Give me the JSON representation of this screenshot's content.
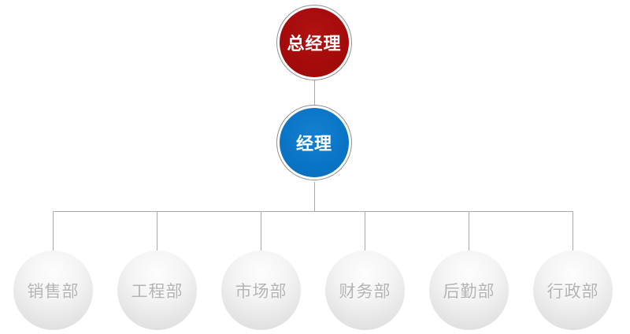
{
  "diagram": {
    "type": "org-chart",
    "root": {
      "label": "总经理",
      "fill_color": "#a50a0a",
      "text_color": "#ffffff"
    },
    "manager": {
      "label": "经理",
      "fill_color": "#0974c5",
      "text_color": "#ffffff"
    },
    "departments": [
      {
        "label": "销售部"
      },
      {
        "label": "工程部"
      },
      {
        "label": "市场部"
      },
      {
        "label": "财务部"
      },
      {
        "label": "后勤部"
      },
      {
        "label": "行政部"
      }
    ],
    "department_fill_color": "#ececec",
    "department_text_color": "#b4b4b6",
    "connector_color": "#a8a8a8",
    "ring_color": "#8f8f8f"
  }
}
